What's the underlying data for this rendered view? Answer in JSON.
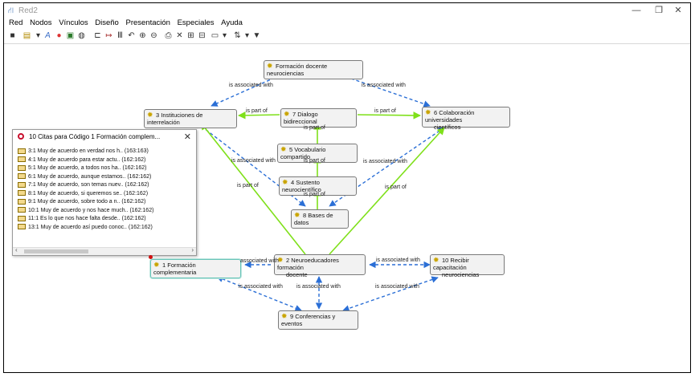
{
  "window": {
    "title": "Red2",
    "minimize": "—",
    "maximize": "❐",
    "close": "✕"
  },
  "menu": [
    "Red",
    "Nodos",
    "Vínculos",
    "Diseño",
    "Presentación",
    "Especiales",
    "Ayuda"
  ],
  "nodes": {
    "n_formacion_docente": "Formación docente neurociencias",
    "n_instituciones": "3 Instituciones de interrelación",
    "n_dialogo": "7  Dialogo bidireccional",
    "n_colaboracion_1": "6 Colaboración universidades",
    "n_colaboracion_2": "científicos",
    "n_vocabulario": "5 Vocabulario compartido",
    "n_sustento": "4 Sustento neurocientífico",
    "n_bases": "8 Bases de datos",
    "n_formacion_comp": "1 Formación complementaria",
    "n_neuroeducadores_1": "2 Neuroeducadores formación",
    "n_neuroeducadores_2": "docente",
    "n_capacitacion_1": "10 Recibir capacitación",
    "n_capacitacion_2": "neurociencias",
    "n_conferencias": "9 Conferencias y eventos"
  },
  "edge_labels": {
    "assoc": "is associated with",
    "part": "is part of",
    "assoc_trunc": "associated with"
  },
  "panel": {
    "title": "10 Citas para Código 1 Formación complem...",
    "close": "✕",
    "items": [
      "3:1 Muy de acuerdo en verdad nos h.. (163:163)",
      "4:1 Muy de acuerdo para estar actu.. (162:162)",
      "5:1 Muy de acuerdo, a todos nos ha.. (162:162)",
      "6:1 Muy de acuerdo, aunque estamos.. (162:162)",
      "7:1 Muy de acuerdo, son temas nuev.. (162:162)",
      "8:1 Muy de acuerdo, si queremos se.. (162:162)",
      "9:1 Muy de acuerdo, sobre todo a n.. (162:162)",
      "10:1 Muy de acuerdo y nos hace much.. (162:162)",
      "11:1 Es lo que nos hace falta desde.. (162:162)",
      "13:1 Muy de acuerdo así puedo conoc.. (162:162)"
    ]
  },
  "colors": {
    "part_of": "#7fe01a",
    "associated": "#2b6fd6"
  }
}
